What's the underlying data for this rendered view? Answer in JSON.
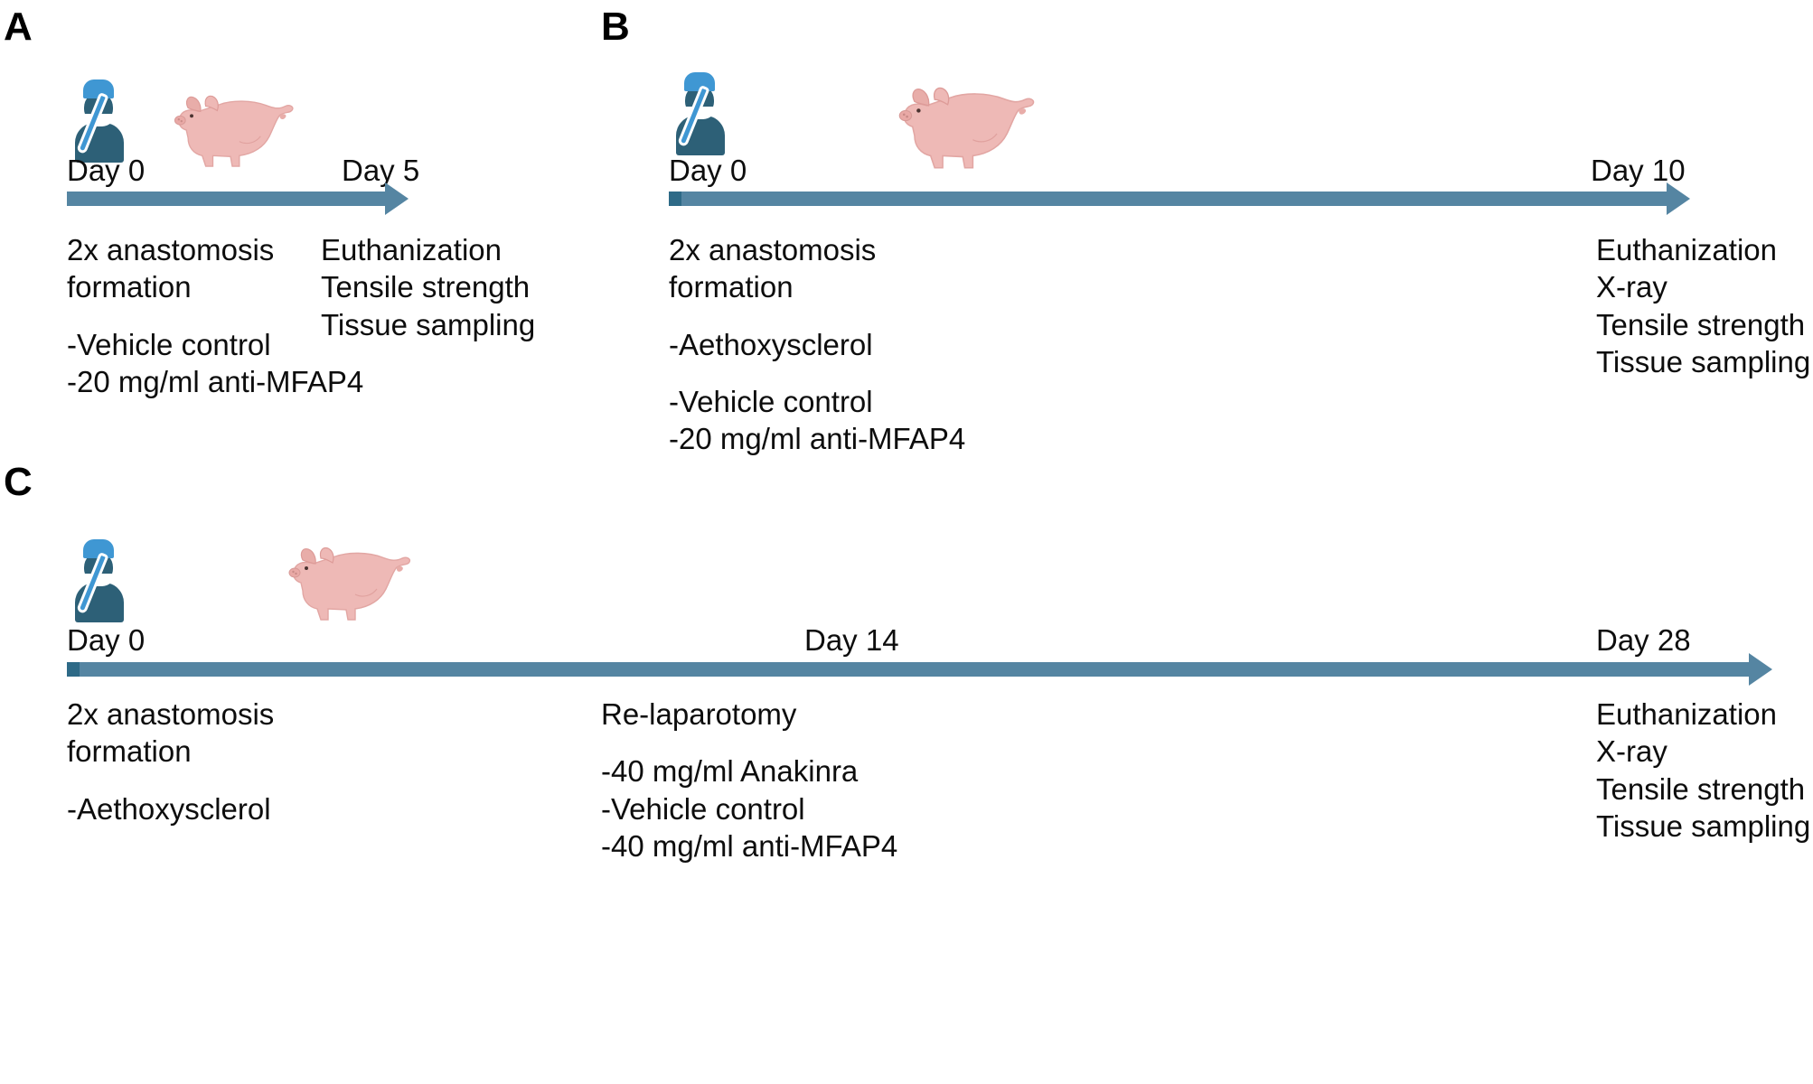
{
  "figure": {
    "accent_color": "#5585a2",
    "accent_dark": "#2e6a87",
    "icon_blue": "#3f97d3",
    "icon_dark_blue": "#2d6077",
    "pig_color": "#eeb9b6",
    "text_color": "#0d0d0d"
  },
  "panels": [
    {
      "letter": "A",
      "start": {
        "day_label": "Day 0",
        "lines": [
          "2x anastomosis",
          "formation"
        ],
        "treatments": [
          "-Vehicle control",
          "-20 mg/ml anti-MFAP4"
        ]
      },
      "end": {
        "day_label": "Day 5",
        "lines": [
          "Euthanization",
          "Tensile strength",
          "Tissue sampling"
        ]
      }
    },
    {
      "letter": "B",
      "start": {
        "day_label": "Day 0",
        "lines": [
          "2x anastomosis",
          "formation"
        ],
        "agent": [
          "-Aethoxysclerol"
        ],
        "treatments": [
          "-Vehicle control",
          "-20 mg/ml anti-MFAP4"
        ]
      },
      "end": {
        "day_label": "Day 10",
        "lines": [
          "Euthanization",
          "X-ray",
          "Tensile strength",
          "Tissue sampling"
        ]
      }
    },
    {
      "letter": "C",
      "start": {
        "day_label": "Day 0",
        "lines": [
          "2x anastomosis",
          "formation"
        ],
        "agent": [
          "-Aethoxysclerol"
        ]
      },
      "middle": {
        "day_label": "Day 14",
        "lines": [
          "Re-laparotomy"
        ],
        "treatments": [
          "-40 mg/ml Anakinra",
          "-Vehicle control",
          "-40 mg/ml anti-MFAP4"
        ]
      },
      "end": {
        "day_label": "Day 28",
        "lines": [
          "Euthanization",
          "X-ray",
          "Tensile strength",
          "Tissue sampling"
        ]
      }
    }
  ],
  "icons": {
    "surgeon": "surgeon-with-scalpel-icon",
    "pig": "pig-icon"
  }
}
